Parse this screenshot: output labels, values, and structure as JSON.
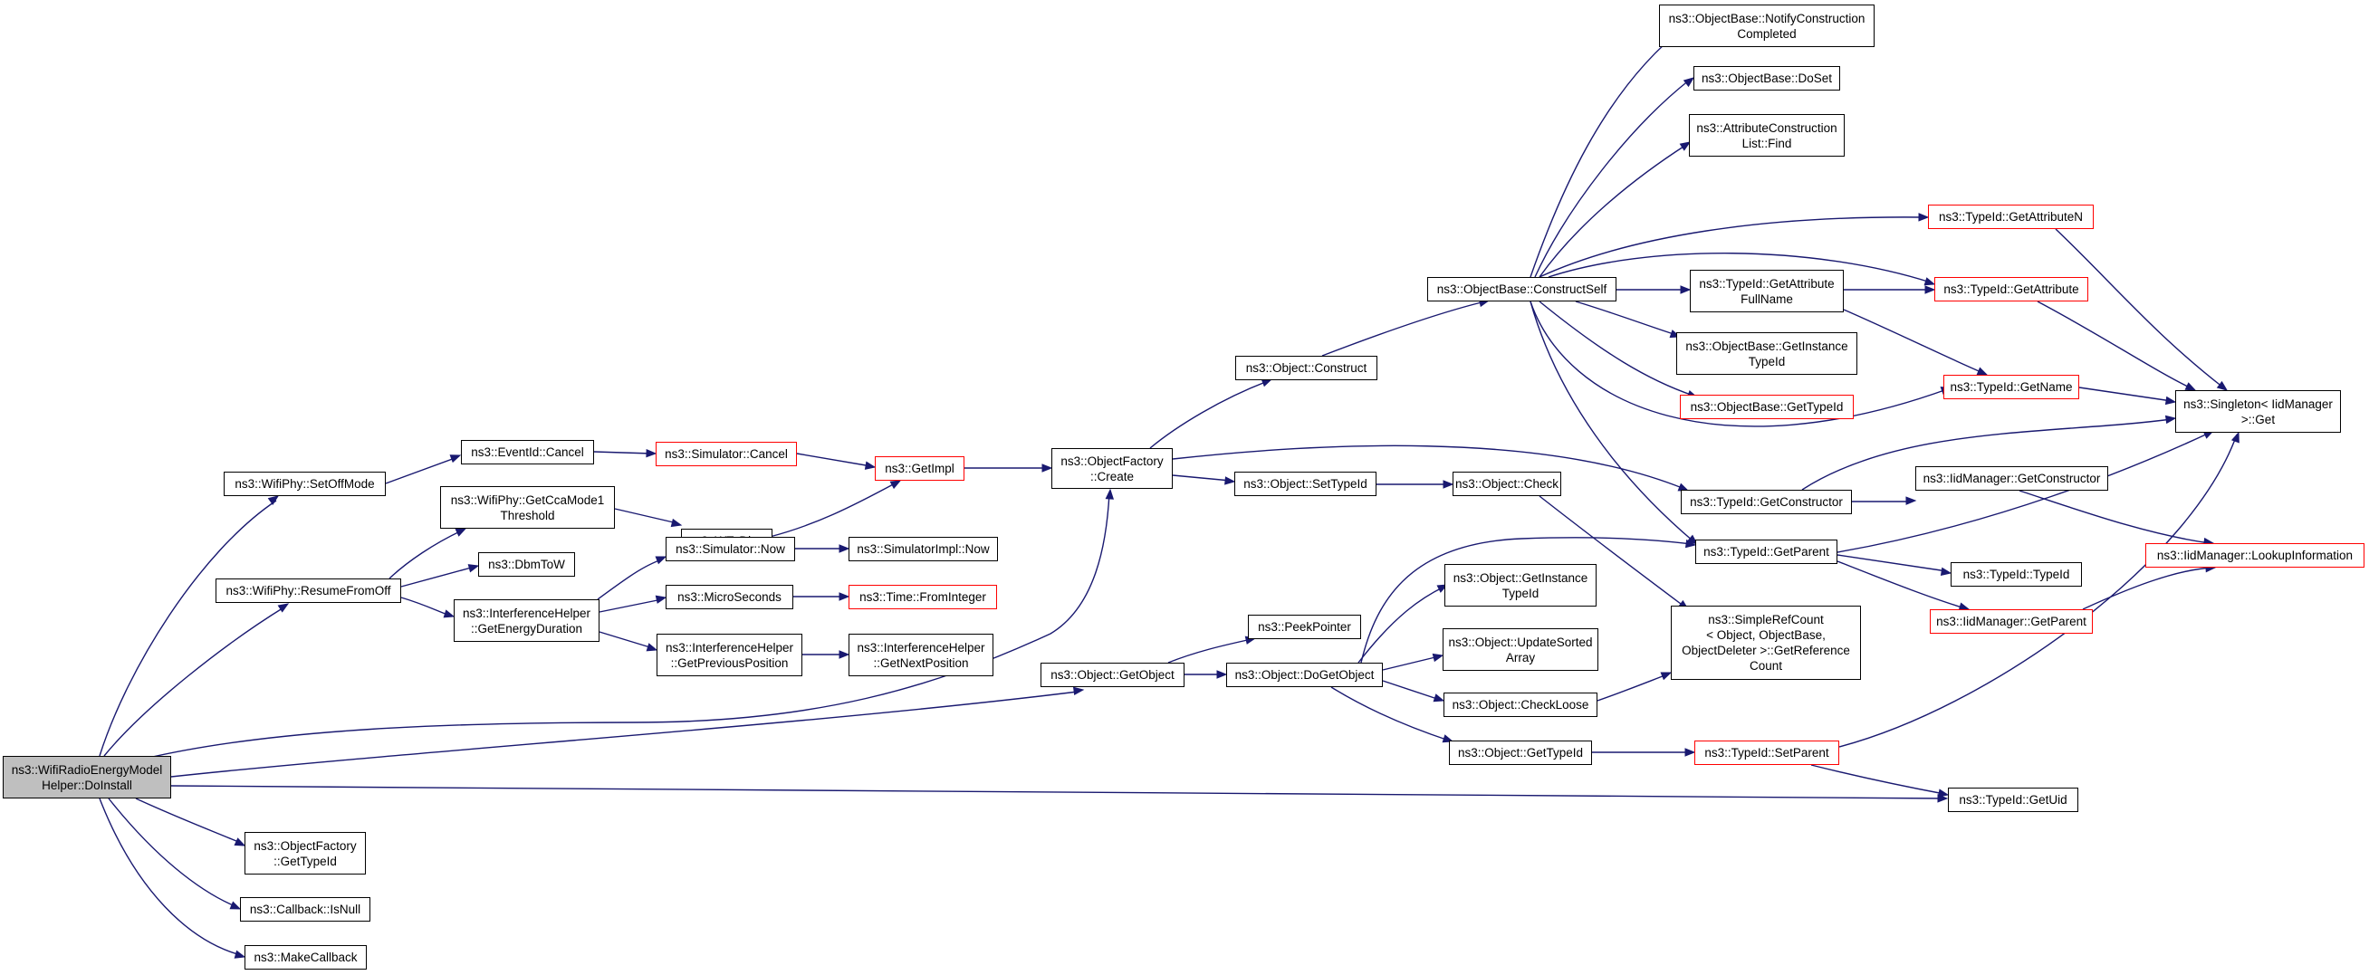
{
  "nodes": {
    "root": "ns3::WifiRadioEnergyModel\nHelper::DoInstall",
    "setOffMode": "ns3::WifiPhy::SetOffMode",
    "resumeFromOff": "ns3::WifiPhy::ResumeFromOff",
    "eventCancel": "ns3::EventId::Cancel",
    "simCancel": "ns3::Simulator::Cancel",
    "getImpl": "ns3::GetImpl",
    "ccaMode1": "ns3::WifiPhy::GetCcaMode1\nThreshold",
    "wToDbm": "ns3::WToDbm",
    "dbmToW": "ns3::DbmToW",
    "simNow": "ns3::Simulator::Now",
    "simImplNow": "ns3::SimulatorImpl::Now",
    "energyDuration": "ns3::InterferenceHelper\n::GetEnergyDuration",
    "microSeconds": "ns3::MicroSeconds",
    "fromInteger": "ns3::Time::FromInteger",
    "prevPosition": "ns3::InterferenceHelper\n::GetPreviousPosition",
    "nextPosition": "ns3::InterferenceHelper\n::GetNextPosition",
    "factoryCreate": "ns3::ObjectFactory\n::Create",
    "objConstruct": "ns3::Object::Construct",
    "objSetTypeId": "ns3::Object::SetTypeId",
    "objCheck": "ns3::Object::Check",
    "getObject": "ns3::Object::GetObject",
    "peekPointer": "ns3::PeekPointer",
    "doGetObject": "ns3::Object::DoGetObject",
    "objInstanceTypeId": "ns3::Object::GetInstance\nTypeId",
    "updateSorted": "ns3::Object::UpdateSorted\nArray",
    "checkLoose": "ns3::Object::CheckLoose",
    "objGetTypeId": "ns3::Object::GetTypeId",
    "constructSelf": "ns3::ObjectBase::ConstructSelf",
    "notifyConstruction": "ns3::ObjectBase::NotifyConstruction\nCompleted",
    "doSet": "ns3::ObjectBase::DoSet",
    "attrListFind": "ns3::AttributeConstruction\nList::Find",
    "attrFullName": "ns3::TypeId::GetAttribute\nFullName",
    "baseInstanceTypeId": "ns3::ObjectBase::GetInstance\nTypeId",
    "baseGetTypeId": "ns3::ObjectBase::GetTypeId",
    "getConstructor": "ns3::TypeId::GetConstructor",
    "getParent": "ns3::TypeId::GetParent",
    "simpleRefCount": "ns3::SimpleRefCount\n< Object, ObjectBase,\nObjectDeleter >::GetReference\nCount",
    "typeIdSetParent": "ns3::TypeId::SetParent",
    "getAttributeN": "ns3::TypeId::GetAttributeN",
    "getAttribute": "ns3::TypeId::GetAttribute",
    "getName": "ns3::TypeId::GetName",
    "singletonGet": "ns3::Singleton< IidManager\n>::Get",
    "iidGetConstructor": "ns3::IidManager::GetConstructor",
    "lookupInfo": "ns3::IidManager::LookupInformation",
    "typeIdTypeId": "ns3::TypeId::TypeId",
    "iidGetParent": "ns3::IidManager::GetParent",
    "getUid": "ns3::TypeId::GetUid",
    "factoryGetTypeId": "ns3::ObjectFactory\n::GetTypeId",
    "callbackIsNull": "ns3::Callback::IsNull",
    "makeCallback": "ns3::MakeCallback"
  },
  "colors": {
    "edge": "#191970",
    "root_fill": "#bfbfbf",
    "red_border": "#ff0000"
  }
}
